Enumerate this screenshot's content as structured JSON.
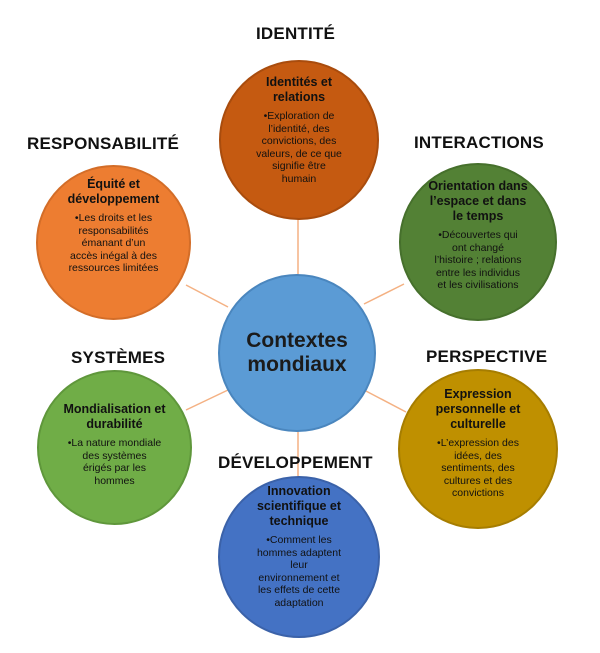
{
  "center": {
    "title_line1": "Contextes",
    "title_line2": "mondiaux"
  },
  "categories": {
    "top": "IDENTITÉ",
    "upper_left": "RESPONSABILITÉ",
    "upper_right": "INTERACTIONS",
    "lower_left": "SYSTÈMES",
    "lower_right": "PERSPECTIVE",
    "bottom": "DÉVELOPPEMENT"
  },
  "circles": {
    "top": {
      "title": [
        "Identités et",
        "relations"
      ],
      "body": [
        "•Exploration de",
        "l’identité, des",
        "convictions, des",
        "valeurs, de ce que",
        "signifie être",
        "humain"
      ],
      "color": "#c55a11"
    },
    "upper_left": {
      "title": [
        "Équité et",
        "développement"
      ],
      "body": [
        "•Les droits et les",
        "responsabilités",
        "émanant d’un",
        "accès inégal à des",
        "ressources limitées"
      ],
      "color": "#ed7d31"
    },
    "upper_right": {
      "title": [
        "Orientation dans",
        "l’espace et dans",
        "le temps"
      ],
      "body": [
        "•Découvertes qui",
        "ont changé",
        "l’histoire ; relations",
        "entre les individus",
        "et les civilisations"
      ],
      "color": "#538135"
    },
    "lower_left": {
      "title": [
        "Mondialisation et",
        "durabilité"
      ],
      "body": [
        "•La nature mondiale",
        "des systèmes",
        "érigés par les",
        "hommes"
      ],
      "color": "#70ad47"
    },
    "lower_right": {
      "title": [
        "Expression",
        "personnelle et",
        "culturelle"
      ],
      "body": [
        "•L’expression des",
        "idées, des",
        "sentiments, des",
        "cultures et des",
        "convictions"
      ],
      "color": "#bf9000"
    },
    "bottom": {
      "title": [
        "Innovation",
        "scientifique et",
        "technique"
      ],
      "body": [
        "•Comment les",
        "hommes adaptent",
        "leur",
        "environnement et",
        "les effets de cette",
        "adaptation"
      ],
      "color": "#4472c4"
    }
  },
  "center_color": "#5b9bd5",
  "connector_color": "#f4b183"
}
